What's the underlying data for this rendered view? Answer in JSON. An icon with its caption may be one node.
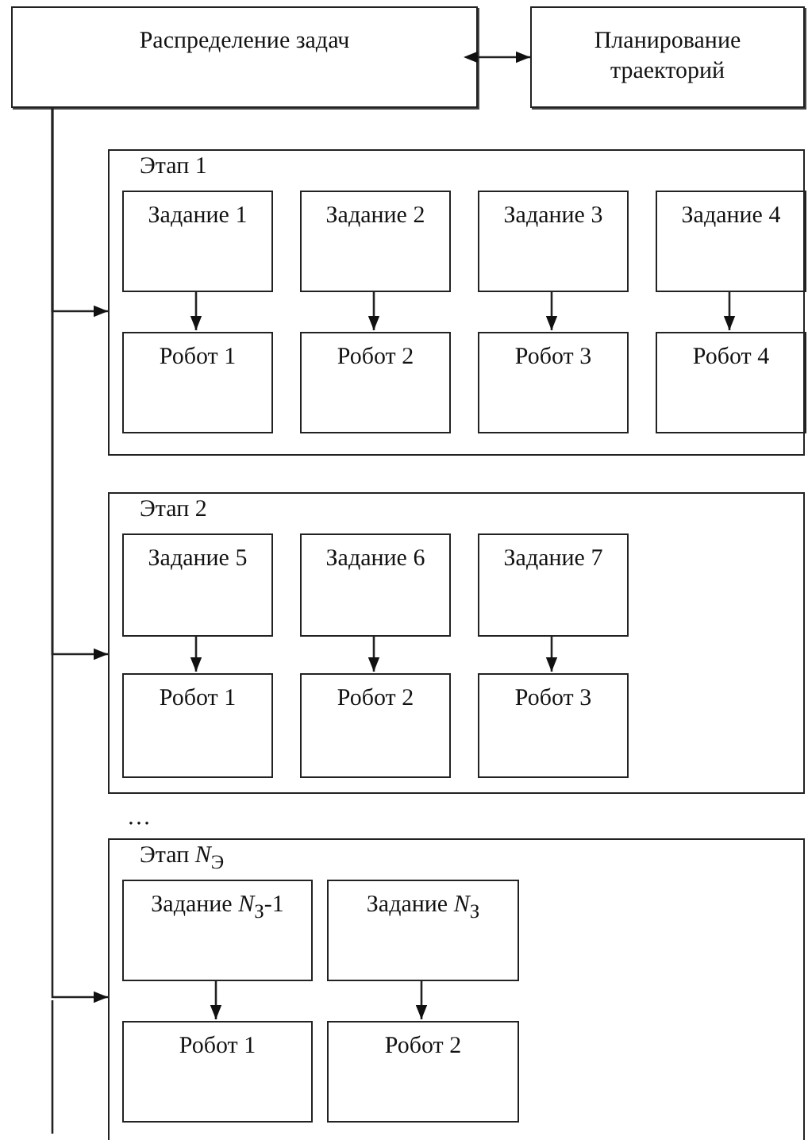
{
  "diagram": {
    "nodes": [
      {
        "text": [
          "Распределение задач"
        ]
      },
      {
        "text": [
          "Планирование траекторий"
        ]
      },
      {
        "text": [
          "Этап 1"
        ]
      },
      {
        "text": [
          "Задание 1"
        ],
        "in": 2
      },
      {
        "text": [
          "Задание 2"
        ],
        "in": 2
      },
      {
        "text": [
          "Задание 3"
        ],
        "in": 2
      },
      {
        "text": [
          "Задание 4"
        ],
        "in": 2
      },
      {
        "text": [
          "Робот 1"
        ],
        "in": 2
      },
      {
        "text": [
          "Робот 2"
        ],
        "in": 2
      },
      {
        "text": [
          "Робот 3"
        ],
        "in": 2
      },
      {
        "text": [
          "Робот 4"
        ],
        "in": 2
      },
      {
        "text": [
          "Этап 2"
        ]
      },
      {
        "text": [
          "Задание 5"
        ],
        "in": 11
      },
      {
        "text": [
          "Задание 6"
        ],
        "in": 11
      },
      {
        "text": [
          "Задание 7"
        ],
        "in": 11
      },
      {
        "text": [
          "Робот 1"
        ],
        "in": 11
      },
      {
        "text": [
          "Робот 2"
        ],
        "in": 11
      },
      {
        "text": [
          "Робот 3"
        ],
        "in": 11
      },
      {
        "text": [
          "Этап *N*$_{Э}$"
        ]
      },
      {
        "text": [
          "Задание *N*$_{З}$-1"
        ],
        "in": 18
      },
      {
        "text": [
          "Задание *N*$_{З}$"
        ],
        "in": 18
      },
      {
        "text": [
          "Робот 1"
        ],
        "in": 18
      },
      {
        "text": [
          "Робот 2"
        ],
        "in": 18
      }
    ],
    "edges": [
      {
        "from": 0,
        "to": 1,
        "arrow": "both"
      },
      {
        "from": 0,
        "to": 2,
        "arrow": "to"
      },
      {
        "from": 0,
        "to": 11,
        "arrow": "to"
      },
      {
        "from": 0,
        "to": 18,
        "arrow": "to"
      },
      {
        "from": 3,
        "to": 7,
        "arrow": "to"
      },
      {
        "from": 4,
        "to": 8,
        "arrow": "to"
      },
      {
        "from": 5,
        "to": 9,
        "arrow": "to"
      },
      {
        "from": 6,
        "to": 10,
        "arrow": "to"
      },
      {
        "from": 12,
        "to": 15,
        "arrow": "to"
      },
      {
        "from": 13,
        "to": 16,
        "arrow": "to"
      },
      {
        "from": 14,
        "to": 17,
        "arrow": "to"
      },
      {
        "from": 19,
        "to": 21,
        "arrow": "to"
      },
      {
        "from": 20,
        "to": 22,
        "arrow": "to"
      }
    ],
    "labels": [
      "…"
    ]
  }
}
